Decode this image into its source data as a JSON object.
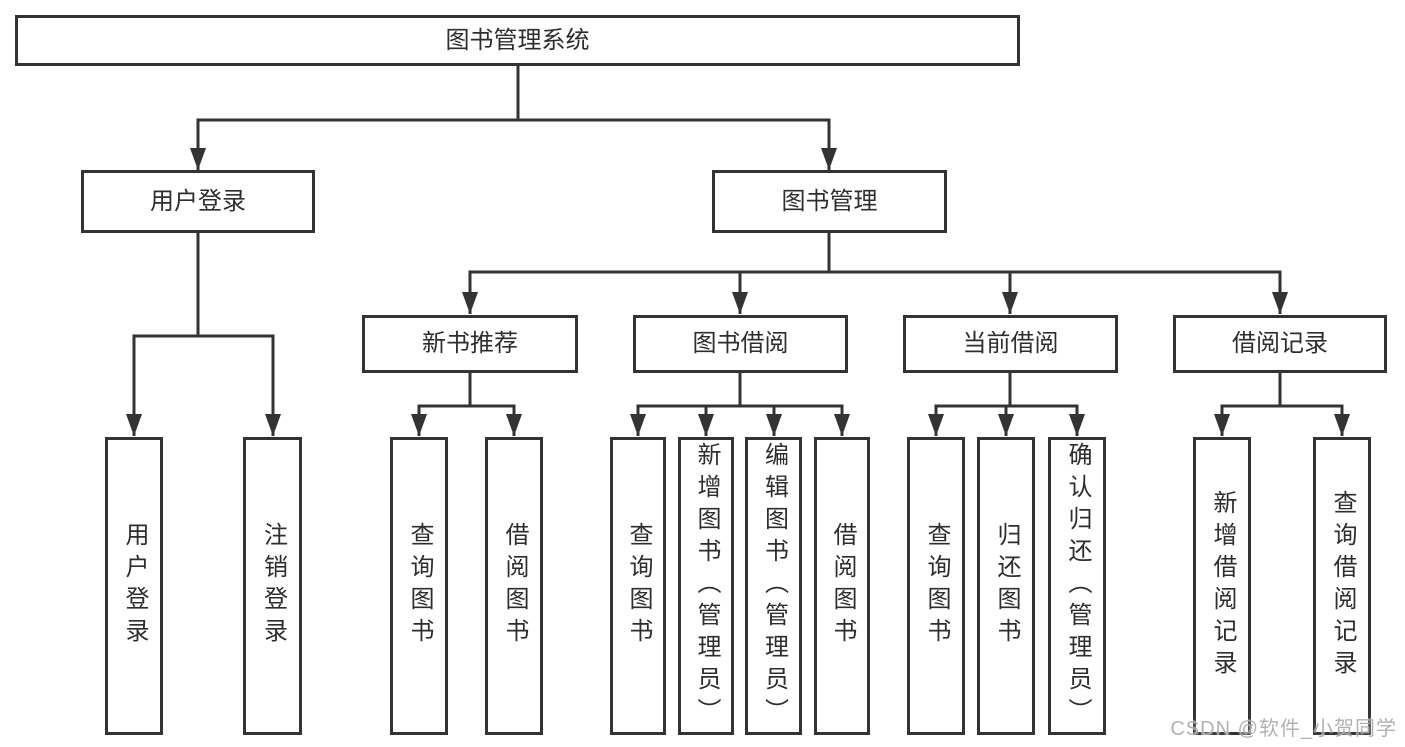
{
  "diagram": {
    "type": "tree",
    "root": {
      "label": "图书管理系统",
      "children": [
        {
          "label": "用户登录",
          "children": [
            {
              "label": "用户登录"
            },
            {
              "label": "注销登录"
            }
          ]
        },
        {
          "label": "图书管理",
          "children": [
            {
              "label": "新书推荐",
              "children": [
                {
                  "label": "查询图书"
                },
                {
                  "label": "借阅图书"
                }
              ]
            },
            {
              "label": "图书借阅",
              "children": [
                {
                  "label": "查询图书"
                },
                {
                  "label": "新增图书（管理员）"
                },
                {
                  "label": "编辑图书（管理员）"
                },
                {
                  "label": "借阅图书"
                }
              ]
            },
            {
              "label": "当前借阅",
              "children": [
                {
                  "label": "查询图书"
                },
                {
                  "label": "归还图书"
                },
                {
                  "label": "确认归还（管理员）"
                }
              ]
            },
            {
              "label": "借阅记录",
              "children": [
                {
                  "label": "新增借阅记录"
                },
                {
                  "label": "查询借阅记录"
                }
              ]
            }
          ]
        }
      ]
    }
  },
  "watermark": {
    "text": "CSDN @软件_小贺同学"
  },
  "colors": {
    "line": "#333333",
    "text": "#2e2e2e",
    "node_background": "#ffffff",
    "watermark": "#a5a5a5"
  }
}
